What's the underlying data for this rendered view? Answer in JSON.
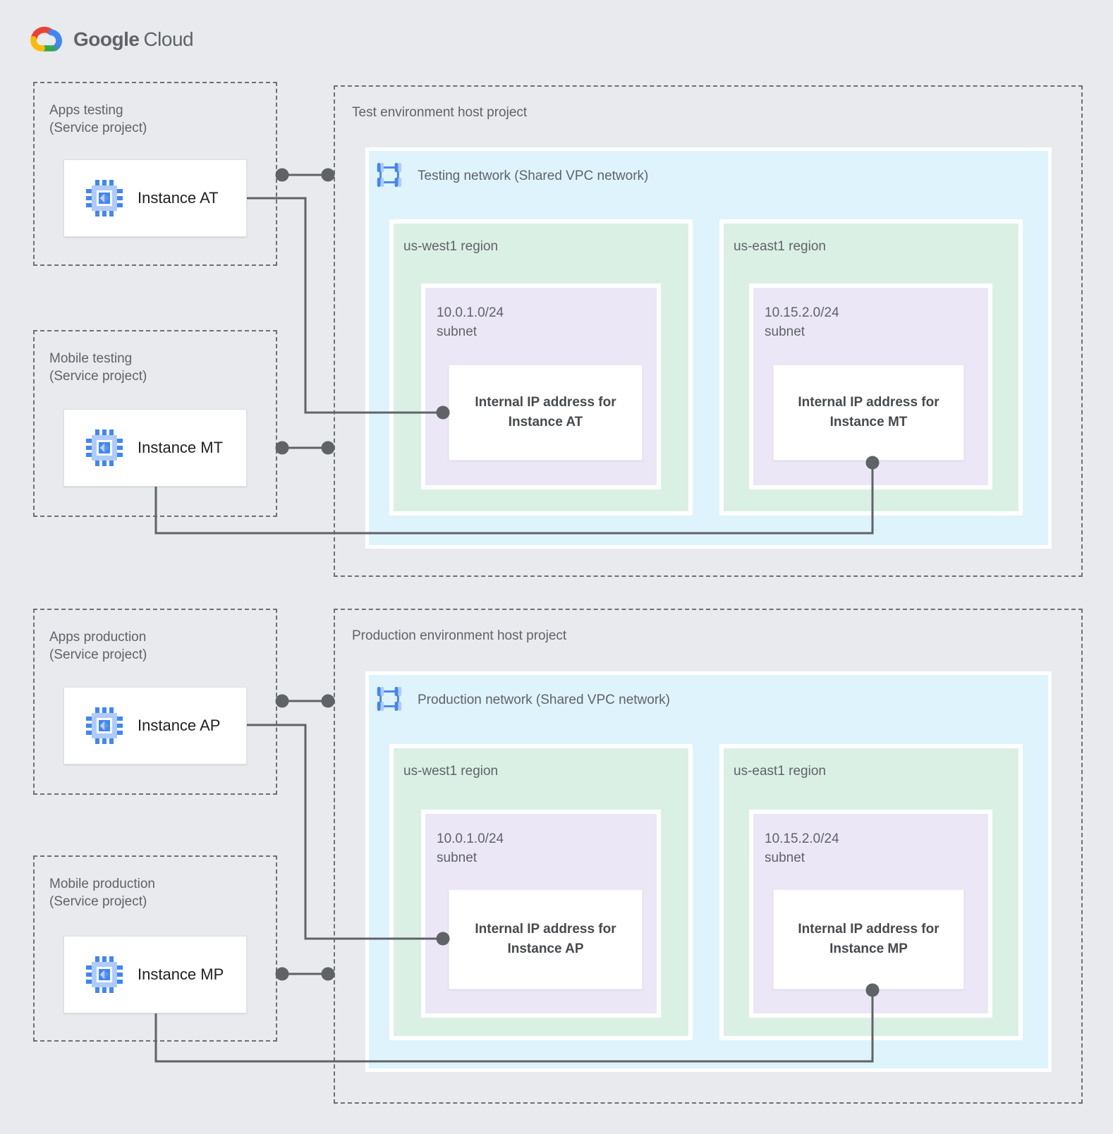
{
  "logo": {
    "google": "Google",
    "cloud": "Cloud",
    "icon": "google-cloud-logo"
  },
  "palette": {
    "background": "#e8eaed",
    "network_fill": "#dff3fd",
    "region_fill": "#dbf0e5",
    "subnet_fill": "#ece7f6",
    "card_fill": "#ffffff",
    "connector": "#5f6368",
    "dashed_border": "#6c7176",
    "label_text": "#5f6368",
    "instance_text": "#202124",
    "icon_blue": "#4285f4",
    "icon_blue_light": "#aecbfa",
    "logo_red": "#ea4335",
    "logo_blue": "#4285f4",
    "logo_green": "#34a853",
    "logo_yellow": "#fbbc04"
  },
  "test": {
    "projects": [
      {
        "name": "Apps testing",
        "kind": "(Service project)",
        "instance": "Instance AT",
        "icon": "compute-engine-icon"
      },
      {
        "name": "Mobile testing",
        "kind": "(Service project)",
        "instance": "Instance MT",
        "icon": "compute-engine-icon"
      }
    ],
    "host": {
      "title": "Test environment host project",
      "network": {
        "label": "Testing network (Shared VPC network)",
        "icon": "vpc-network-icon",
        "regions": [
          {
            "name": "us-west1 region",
            "cidr": "10.0.1.0/24",
            "subnet_word": "subnet",
            "ip_line1": "Internal IP address for",
            "ip_line2": "Instance AT"
          },
          {
            "name": "us-east1 region",
            "cidr": "10.15.2.0/24",
            "subnet_word": "subnet",
            "ip_line1": "Internal IP address for",
            "ip_line2": "Instance MT"
          }
        ]
      }
    }
  },
  "production": {
    "projects": [
      {
        "name": "Apps production",
        "kind": "(Service project)",
        "instance": "Instance AP",
        "icon": "compute-engine-icon"
      },
      {
        "name": "Mobile production",
        "kind": "(Service project)",
        "instance": "Instance MP",
        "icon": "compute-engine-icon"
      }
    ],
    "host": {
      "title": "Production environment host project",
      "network": {
        "label": "Production network (Shared VPC network)",
        "icon": "vpc-network-icon",
        "regions": [
          {
            "name": "us-west1 region",
            "cidr": "10.0.1.0/24",
            "subnet_word": "subnet",
            "ip_line1": "Internal IP address for",
            "ip_line2": "Instance AP"
          },
          {
            "name": "us-east1 region",
            "cidr": "10.15.2.0/24",
            "subnet_word": "subnet",
            "ip_line1": "Internal IP address for",
            "ip_line2": "Instance MP"
          }
        ]
      }
    }
  }
}
